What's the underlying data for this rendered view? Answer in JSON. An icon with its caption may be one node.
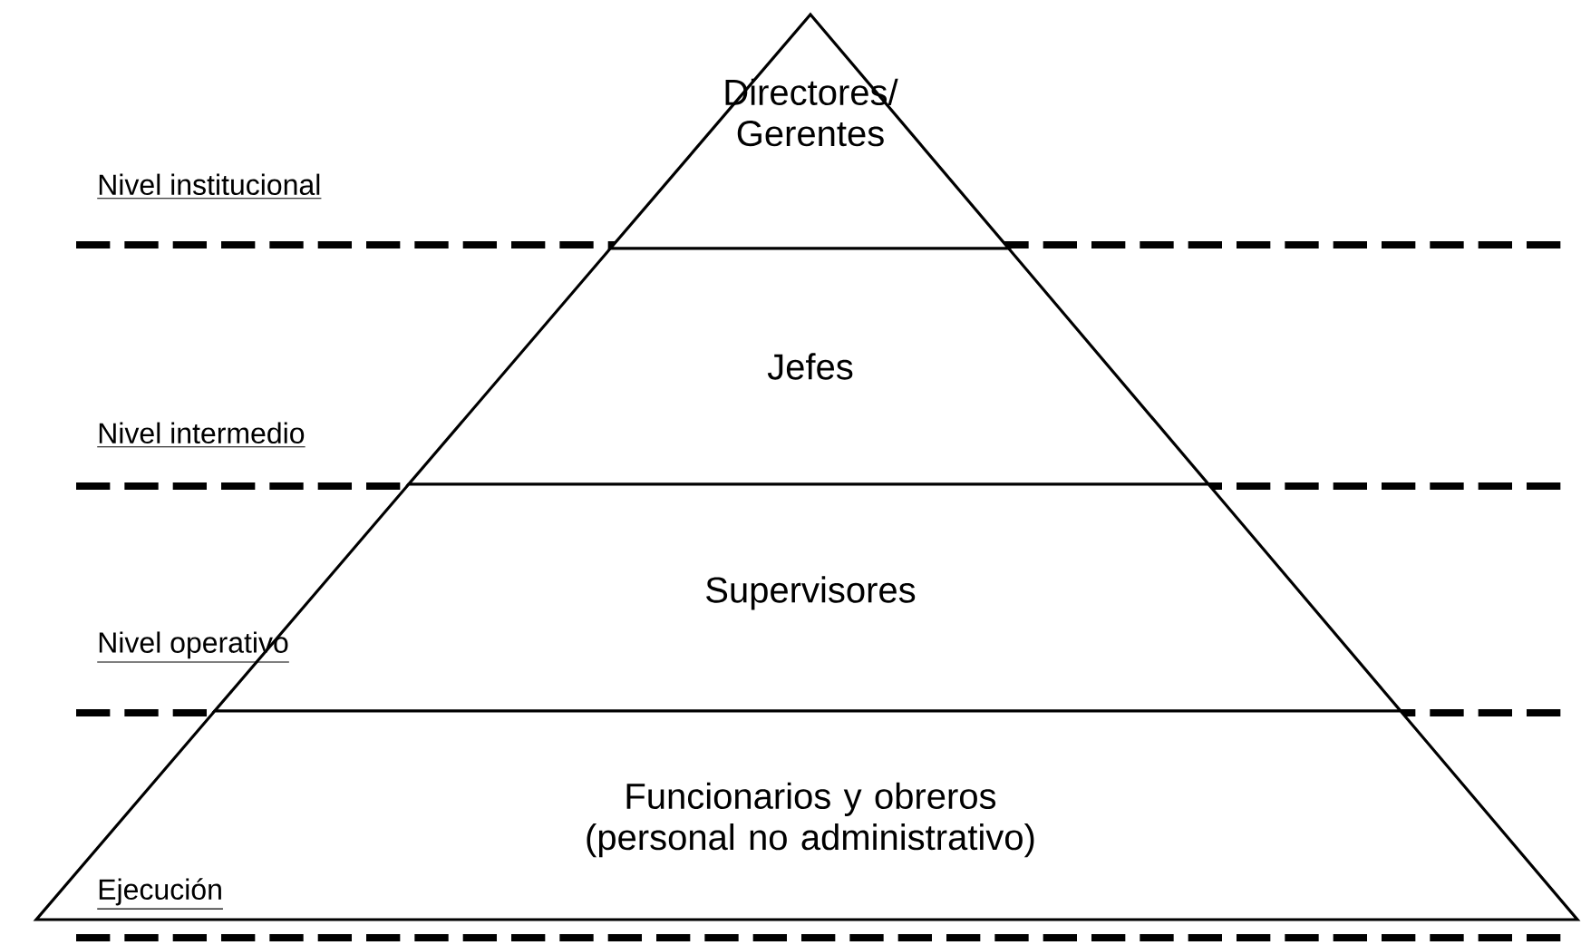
{
  "diagram": {
    "nodes": [
      {
        "text": [
          "Directores/ Gerentes"
        ]
      },
      {
        "text": [
          "Jefes"
        ]
      },
      {
        "text": [
          "Supervisores"
        ]
      },
      {
        "text": [
          "Funcionarios y obreros (personal no administrativo)"
        ]
      }
    ],
    "labels": [
      "Nivel institucional",
      "Nivel intermedio",
      "Nivel operativo",
      "Ejecución"
    ]
  }
}
